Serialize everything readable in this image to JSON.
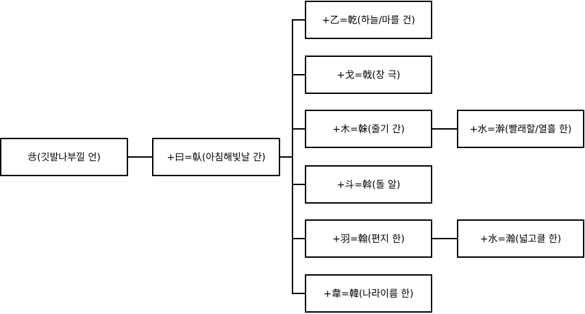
{
  "nodes": {
    "root": "㪳(깃발나부낄 언)",
    "mid": "+曰=倝(아침해빛날 간)",
    "children": [
      "+乙=乾(하늘/마를 건)",
      "+戈=戟(창 극)",
      "+木=榦(줄기 간)",
      "+斗=斡(돌 알)",
      "+羽=翰(편지 한)",
      "+韋=韓(나라이름 한)"
    ],
    "grandchildren": {
      "of_child_3": "+水=澣(빨래할/열흘 한)",
      "of_child_5": "+水=瀚(넓고클 한)"
    }
  },
  "colors": {
    "line": "#000000",
    "box_border": "#000000",
    "box_fill": "#ffffff"
  }
}
